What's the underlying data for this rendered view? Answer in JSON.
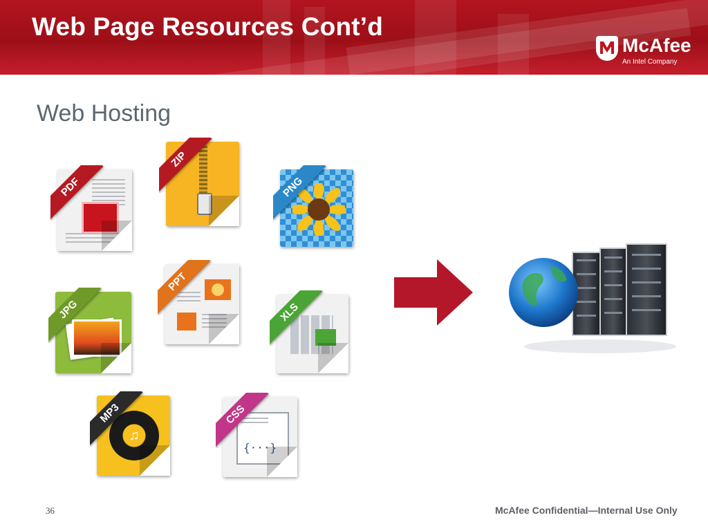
{
  "slide": {
    "title": "Web Page Resources Cont’d",
    "subtitle": "Web Hosting",
    "page_number": "36",
    "footer": "McAfee Confidential—Internal Use Only"
  },
  "logo": {
    "brand": "McAfee",
    "tagline": "An Intel Company"
  },
  "files": [
    {
      "label": "PDF",
      "icon": "pdf-file-icon",
      "ribbon_color": "#b51a22"
    },
    {
      "label": "ZIP",
      "icon": "zip-file-icon",
      "ribbon_color": "#b51a22"
    },
    {
      "label": "PNG",
      "icon": "png-file-icon",
      "ribbon_color": "#2a88c8"
    },
    {
      "label": "JPG",
      "icon": "jpg-file-icon",
      "ribbon_color": "#6f9a2a"
    },
    {
      "label": "PPT",
      "icon": "ppt-file-icon",
      "ribbon_color": "#e0731b"
    },
    {
      "label": "XLS",
      "icon": "xls-file-icon",
      "ribbon_color": "#4aa536"
    },
    {
      "label": "MP3",
      "icon": "mp3-file-icon",
      "ribbon_color": "#2b2b2b"
    },
    {
      "label": "CSS",
      "icon": "css-file-icon",
      "ribbon_color": "#c2368a"
    }
  ],
  "colors": {
    "header_red": "#b2141f",
    "arrow_red": "#b5172a"
  }
}
